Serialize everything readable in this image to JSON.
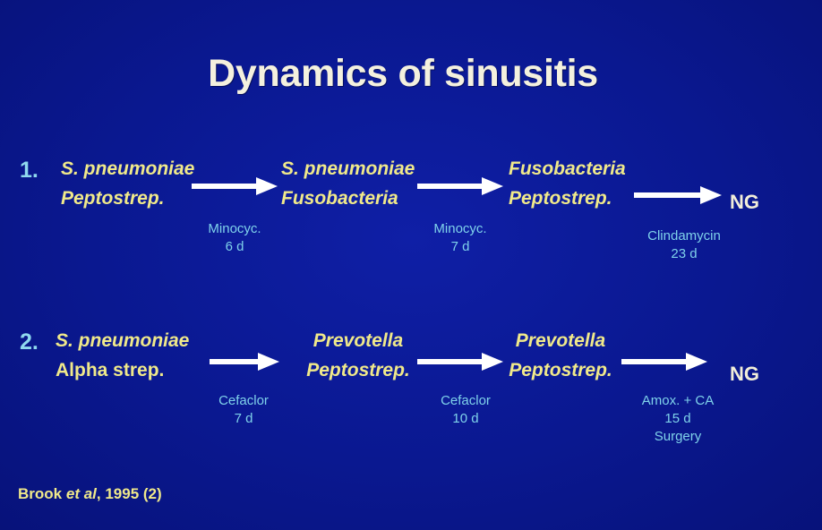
{
  "title": "Dynamics of sinusitis",
  "colors": {
    "background": "#0a1890",
    "organism": "#f0e98a",
    "treatment": "#7fd2ea",
    "number": "#8fd9ee",
    "arrow": "#ffffff"
  },
  "rows": [
    {
      "number": "1.",
      "stages": [
        {
          "lines": [
            "S. pneumoniae",
            "Peptostrep."
          ]
        },
        {
          "lines": [
            "S. pneumoniae",
            "Fusobacteria"
          ]
        },
        {
          "lines": [
            "Fusobacteria",
            "Peptostrep."
          ]
        },
        {
          "lines": [
            "NG"
          ]
        }
      ],
      "treatments": [
        {
          "lines": [
            "Minocyc.",
            "6 d"
          ]
        },
        {
          "lines": [
            "Minocyc.",
            "7 d"
          ]
        },
        {
          "lines": [
            "Clindamycin",
            "23 d"
          ]
        }
      ]
    },
    {
      "number": "2.",
      "stages": [
        {
          "lines": [
            "S. pneumoniae",
            "Alpha strep."
          ]
        },
        {
          "lines": [
            "Prevotella",
            "Peptostrep."
          ]
        },
        {
          "lines": [
            "Prevotella",
            "Peptostrep."
          ]
        },
        {
          "lines": [
            "NG"
          ]
        }
      ],
      "treatments": [
        {
          "lines": [
            "Cefaclor",
            "7 d"
          ]
        },
        {
          "lines": [
            "Cefaclor",
            "10 d"
          ]
        },
        {
          "lines": [
            "Amox. + CA",
            "15 d",
            "Surgery"
          ]
        }
      ]
    }
  ],
  "citation": {
    "author": "Brook",
    "etal": "et al",
    "rest": ", 1995 (2)"
  }
}
